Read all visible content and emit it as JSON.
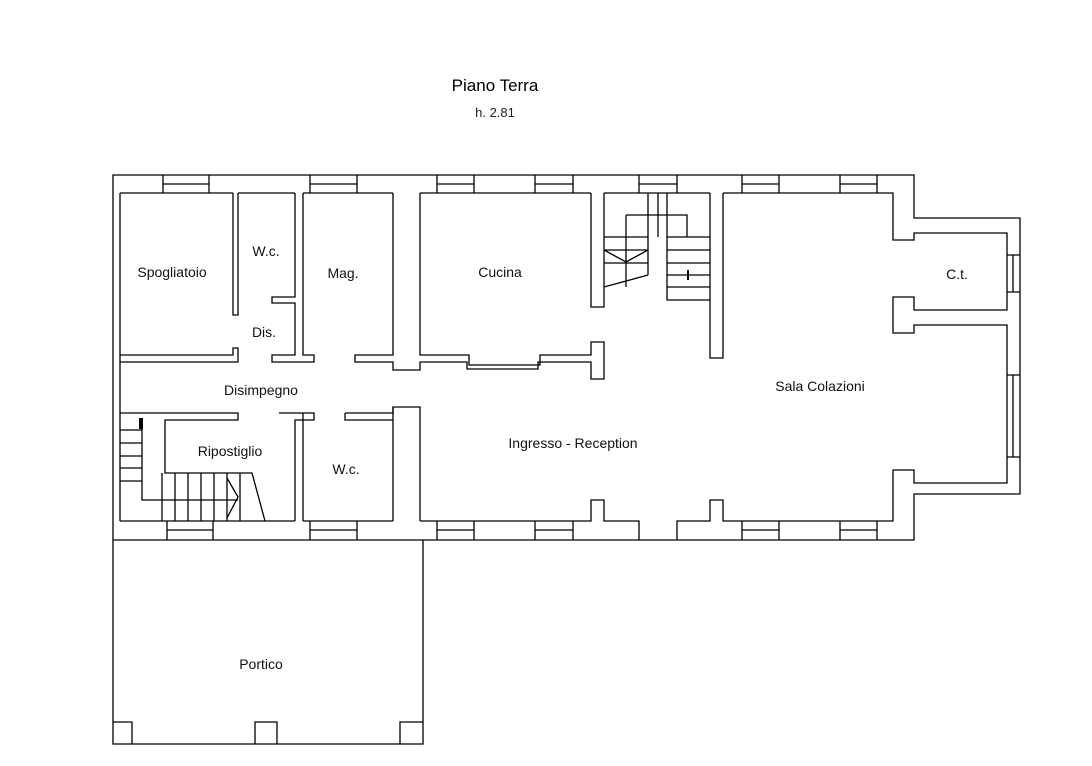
{
  "header": {
    "title": "Piano Terra",
    "height_note": "h. 2.81"
  },
  "rooms": {
    "spogliatoio": "Spogliatoio",
    "wc_top": "W.c.",
    "mag": "Mag.",
    "cucina": "Cucina",
    "ct": "C.t.",
    "dis": "Dis.",
    "disimpegno": "Disimpegno",
    "sala": "Sala Colazioni",
    "ingresso": "Ingresso - Reception",
    "ripostiglio": "Ripostiglio",
    "wc_bottom": "W.c.",
    "portico": "Portico"
  }
}
